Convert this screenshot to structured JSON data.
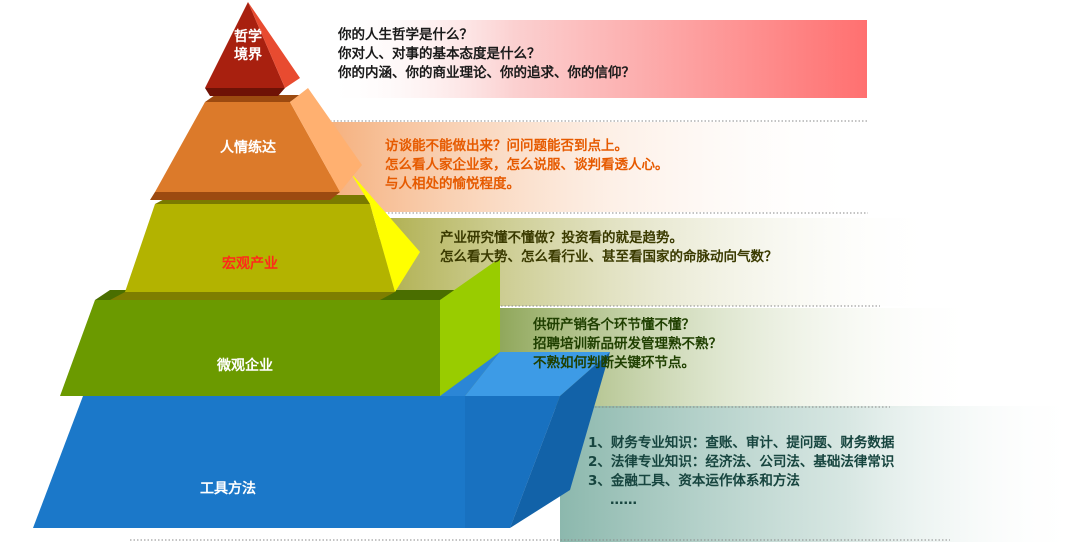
{
  "layers": [
    {
      "label": "哲学\n境界",
      "lines": [
        "你的人生哲学是什么？",
        "你对人、对事的基本态度是什么？",
        "你的内涵、你的商业理论、你的追求、你的信仰？"
      ]
    },
    {
      "label": "人情练达",
      "lines": [
        "访谈能不能做出来？问问题能否到点上。",
        "怎么看人家企业家，怎么说服、谈判看透人心。",
        "与人相处的愉悦程度。"
      ]
    },
    {
      "label": "宏观产业",
      "lines": [
        "产业研究懂不懂做？投资看的就是趋势。",
        "怎么看大势、怎么看行业、甚至看国家的命脉动向气数？"
      ]
    },
    {
      "label": "微观企业",
      "lines": [
        "供研产销各个环节懂不懂？",
        "招聘培训新品研发管理熟不熟？",
        "不熟如何判断关键环节点。"
      ]
    },
    {
      "label": "工具方法",
      "lines": [
        "1、财务专业知识：查账、审计、提问题、财务数据",
        "2、法律专业知识：经济法、公司法、基础法律常识",
        "3、金融工具、资本运作体系和方法",
        "……"
      ]
    }
  ],
  "colors": {
    "top": "#a8200f",
    "layer2": "#e07a2a",
    "layer3": "#c8c800",
    "layer4": "#6aa000",
    "base": "#1a78c8"
  }
}
